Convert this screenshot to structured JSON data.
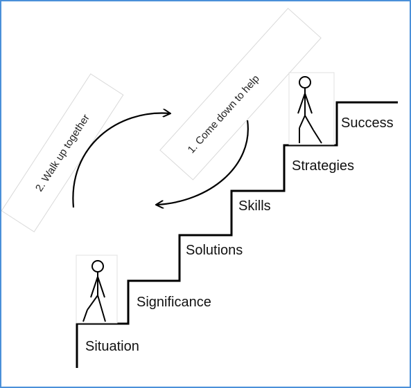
{
  "steps": [
    "Situation",
    "Significance",
    "Solutions",
    "Skills",
    "Strategies",
    "Success"
  ],
  "callouts": {
    "come_down": "1.   Come down to help",
    "walk_up": "2.   Walk up together"
  },
  "colors": {
    "frame_border": "#4a90d9",
    "line": "#000000",
    "callout_border": "#d9d9d9",
    "figure_box_border": "#e0e0e0"
  },
  "icons": [
    "stick-figure-icon",
    "curved-arrow-icon"
  ]
}
